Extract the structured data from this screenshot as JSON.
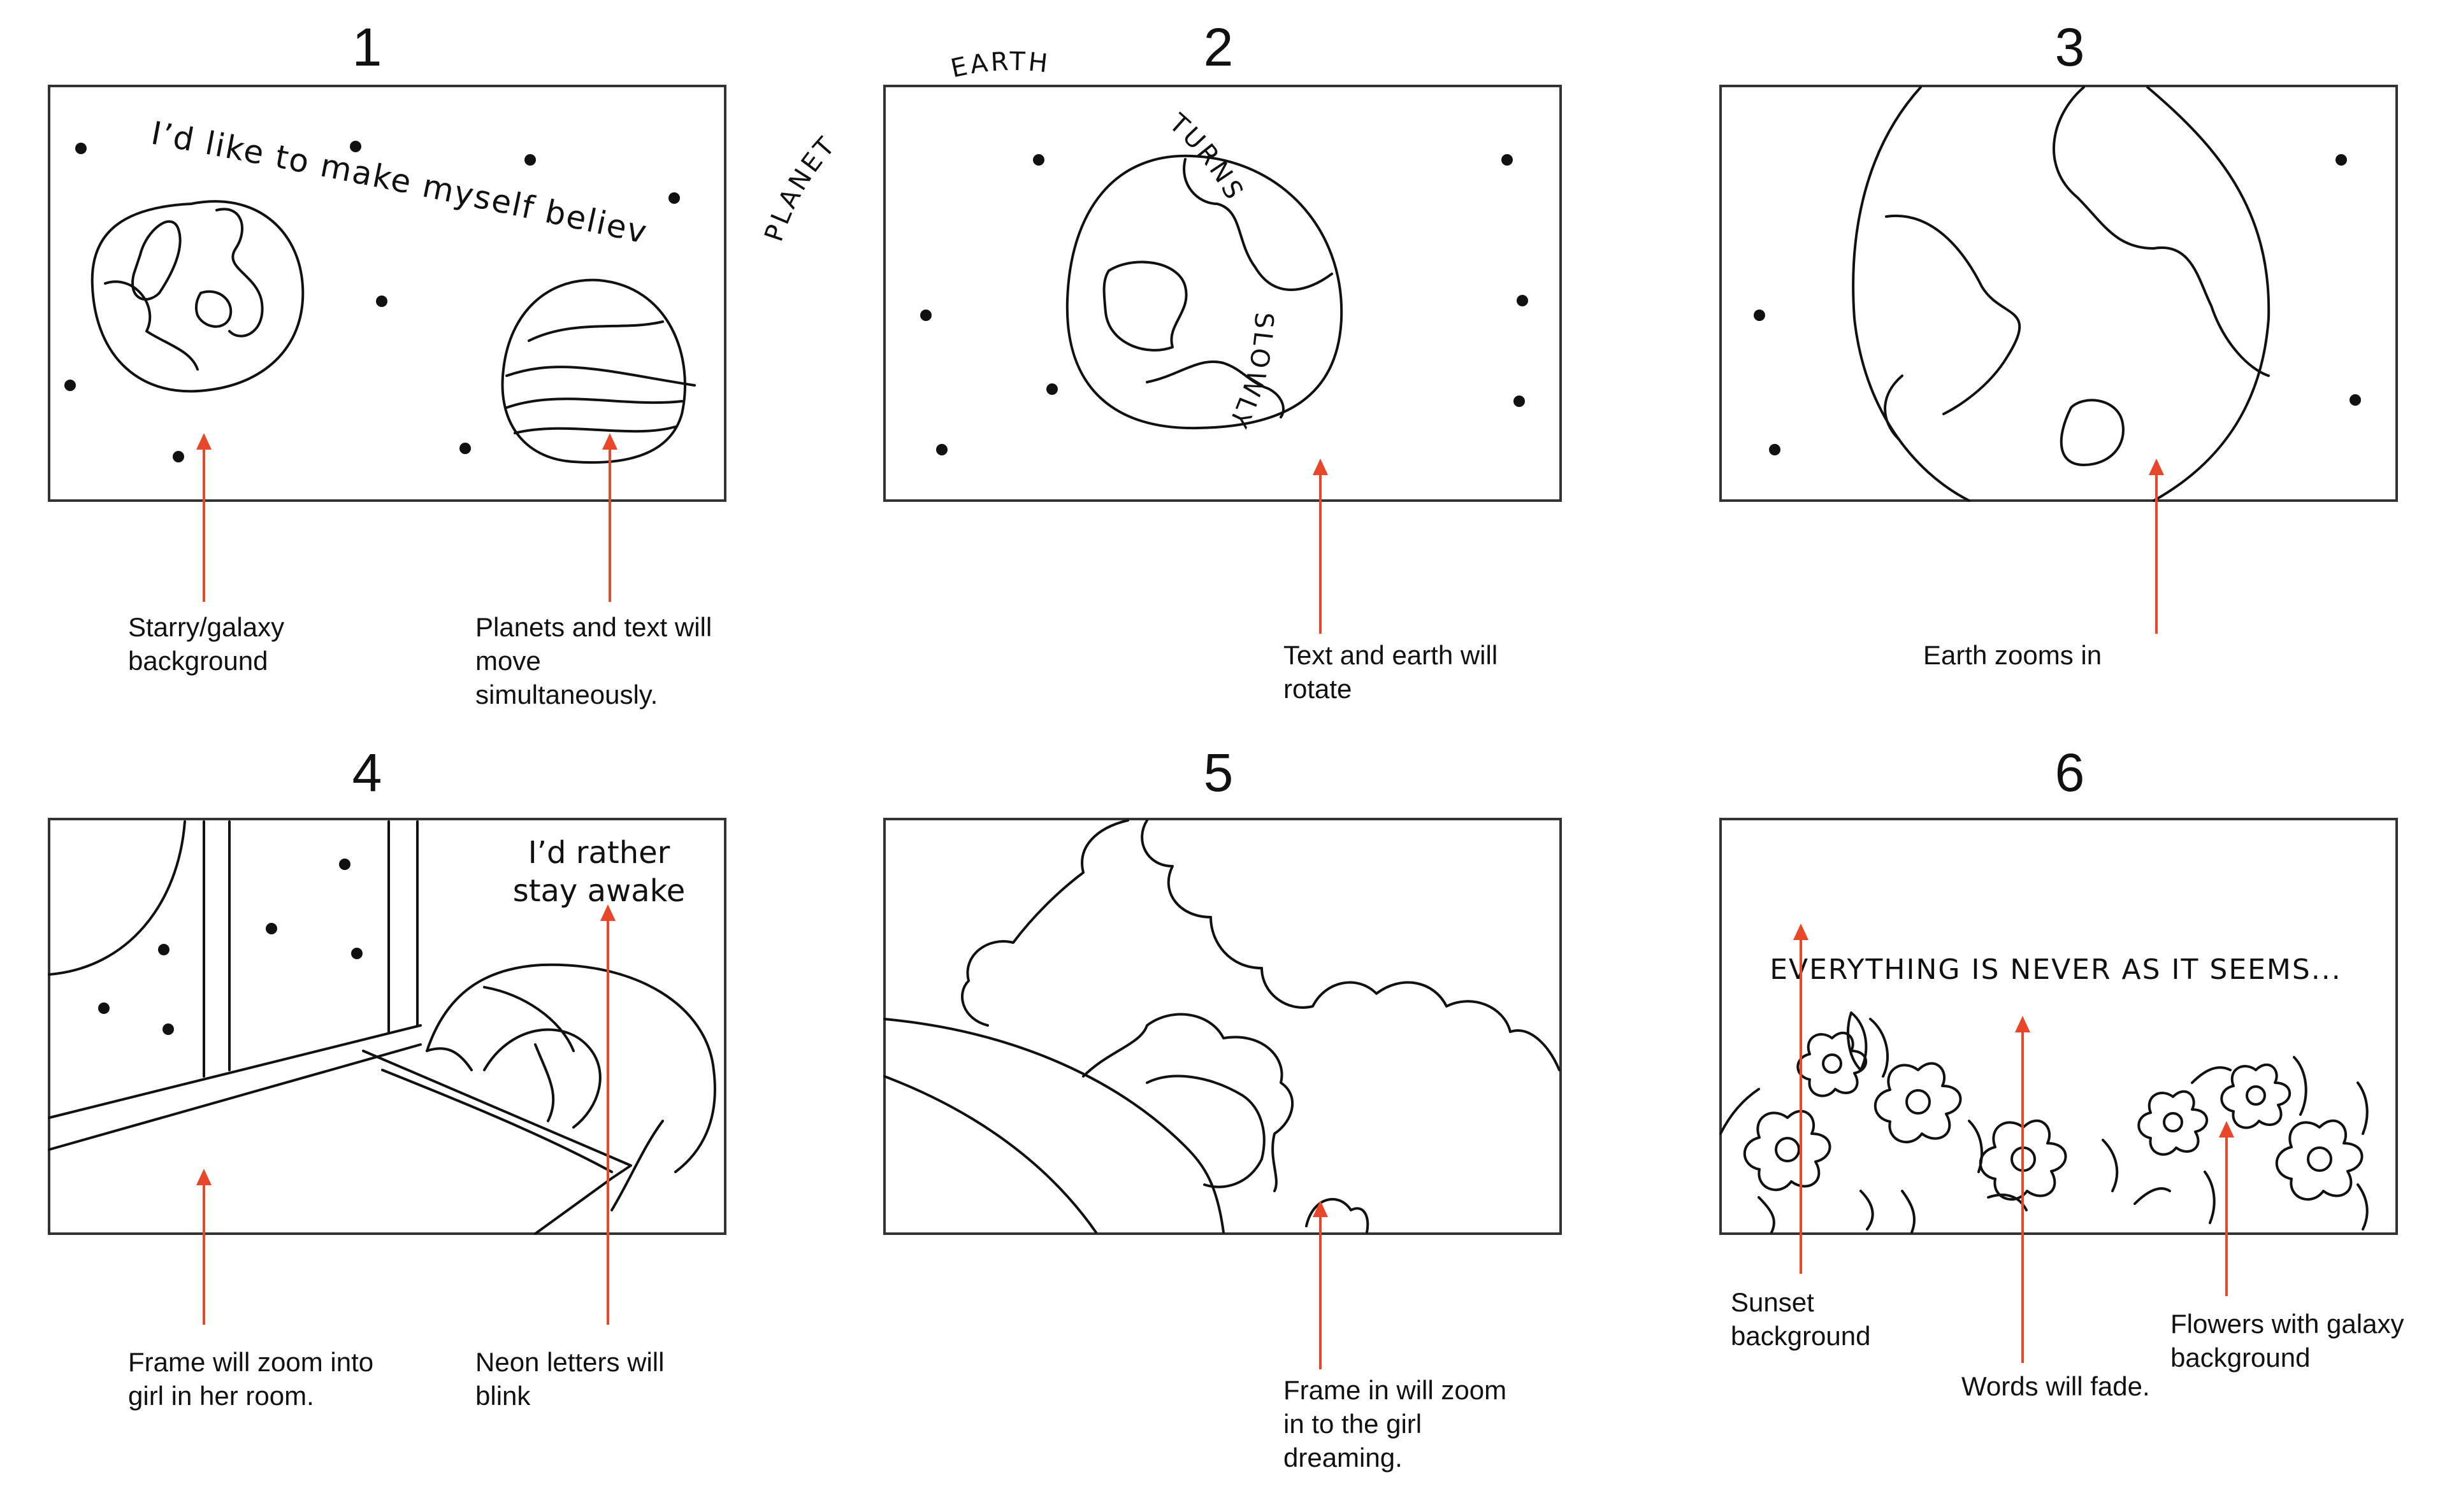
{
  "panels": [
    {
      "number": "1",
      "text": "I’d like to make myself believe",
      "notes": [
        {
          "lines": [
            "Starry/galaxy",
            "background"
          ]
        },
        {
          "lines": [
            "Planets and text will",
            "move",
            "simultaneously."
          ]
        }
      ]
    },
    {
      "number": "2",
      "words": [
        "PLANET",
        "EARTH",
        "TURNS",
        "SLOWLY"
      ],
      "notes": [
        {
          "lines": [
            "Text and earth will",
            "rotate"
          ]
        }
      ]
    },
    {
      "number": "3",
      "notes": [
        {
          "lines": [
            "Earth zooms in"
          ]
        }
      ]
    },
    {
      "number": "4",
      "text_lines": [
        "I’d rather",
        "stay awake"
      ],
      "notes": [
        {
          "lines": [
            "Frame will zoom into",
            "girl in her room."
          ]
        },
        {
          "lines": [
            "Neon letters will",
            "blink"
          ]
        }
      ]
    },
    {
      "number": "5",
      "notes": [
        {
          "lines": [
            "Frame in will zoom",
            "in to the girl",
            "dreaming."
          ]
        }
      ]
    },
    {
      "number": "6",
      "text": "EVERYTHING IS NEVER AS IT SEEMS...",
      "notes": [
        {
          "lines": [
            "Sunset",
            "background"
          ]
        },
        {
          "lines": [
            "Words will fade."
          ]
        },
        {
          "lines": [
            "Flowers with galaxy",
            "background"
          ]
        }
      ]
    }
  ],
  "colors": {
    "arrow": "#e8472a",
    "ink": "#111111",
    "frame": "#333333"
  }
}
